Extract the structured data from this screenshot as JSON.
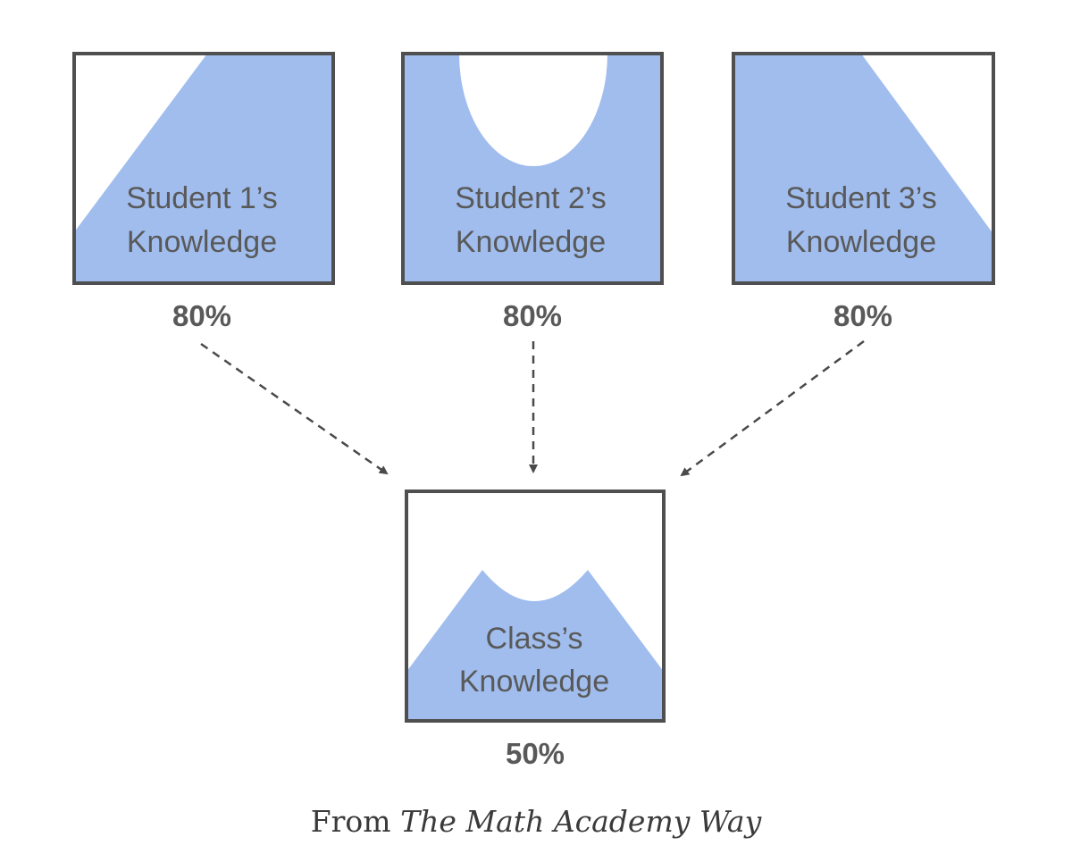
{
  "colors": {
    "fill": "#a0bdee",
    "border": "#4f4f4f",
    "arrow": "#4a4a4a",
    "text": "#595959"
  },
  "students": [
    {
      "label_line1": "Student 1’s",
      "label_line2": "Knowledge",
      "percent": "80%"
    },
    {
      "label_line1": "Student 2’s",
      "label_line2": "Knowledge",
      "percent": "80%"
    },
    {
      "label_line1": "Student 3’s",
      "label_line2": "Knowledge",
      "percent": "80%"
    }
  ],
  "class": {
    "label_line1": "Class’s",
    "label_line2": "Knowledge",
    "percent": "50%"
  },
  "caption": {
    "prefix": "From ",
    "book_title": "The Math Academy Way"
  }
}
